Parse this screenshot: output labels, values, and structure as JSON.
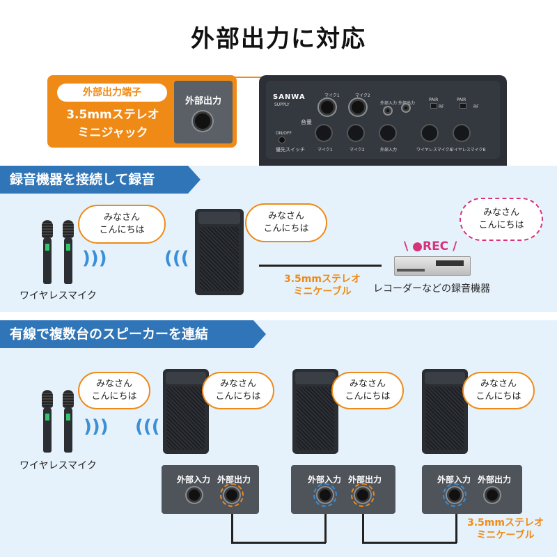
{
  "title": "外部出力に対応",
  "callout": {
    "tag": "外部出力端子",
    "line1": "3.5mmステレオ",
    "line2": "ミニジャック",
    "jack_label": "外部出力"
  },
  "mixer": {
    "brand": "SANWA",
    "brand_sub": "SUPPLY",
    "mic1": "マイク1",
    "mic2": "マイク2",
    "ext_in": "外部入力",
    "ext_out": "外部出力",
    "pair": "PAIR",
    "rf": "RF",
    "volume": "音量",
    "onoff": "ON/OFF",
    "priority": "優先スイッチ",
    "knob_labels": [
      "マイク1",
      "マイク2",
      "外部入力",
      "ワイヤレスマイクA",
      "ワイヤレスマイクB"
    ]
  },
  "section1": {
    "header": "録音機器を接続して録音",
    "bubble1": [
      "みなさん",
      "こんにちは"
    ],
    "bubble2": [
      "みなさん",
      "こんにちは"
    ],
    "bubble3": [
      "みなさん",
      "こんにちは"
    ],
    "mic_label": "ワイヤレスマイク",
    "cable_label": [
      "3.5mmステレオ",
      "ミニケーブル"
    ],
    "rec_label": "●REC",
    "recorder_label": "レコーダーなどの録音機器"
  },
  "section2": {
    "header": "有線で複数台のスピーカーを連結",
    "mic_label": "ワイヤレスマイク",
    "bubble": [
      "みなさん",
      "こんにちは"
    ],
    "panel_in": "外部入力",
    "panel_out": "外部出力",
    "cable_label": [
      "3.5mmステレオ",
      "ミニケーブル"
    ]
  },
  "colors": {
    "accent": "#ef8a16",
    "header_blue": "#2f75b8",
    "bg_light": "#e6f2fb",
    "rec_pink": "#d6337a"
  }
}
